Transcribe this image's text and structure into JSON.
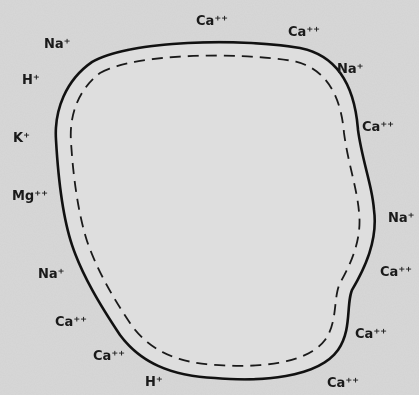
{
  "ions": [
    {
      "text": "Ca⁺⁺"
    },
    {
      "text": "Ca⁺⁺"
    },
    {
      "text": "Na⁺"
    },
    {
      "text": "H⁺"
    },
    {
      "text": "Na⁺"
    },
    {
      "text": "K⁺"
    },
    {
      "text": "Ca⁺⁺"
    },
    {
      "text": "Mg⁺⁺"
    },
    {
      "text": "Na⁺"
    },
    {
      "text": "Na⁺"
    },
    {
      "text": "Ca⁺⁺"
    },
    {
      "text": "Ca⁺⁺"
    },
    {
      "text": "Ca⁺⁺"
    },
    {
      "text": "Ca⁺⁺"
    },
    {
      "text": "H⁺"
    },
    {
      "text": "Ca⁺⁺"
    }
  ]
}
